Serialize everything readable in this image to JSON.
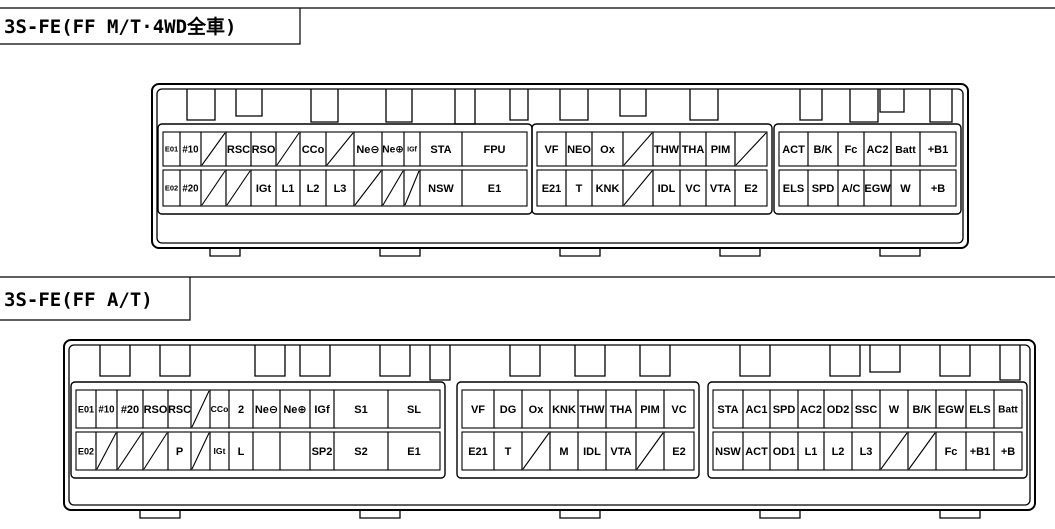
{
  "sections": [
    {
      "title": "3S-FE(FF M/T·4WD全車)",
      "connectors": [
        {
          "top": [
            "E01",
            "#10",
            "/",
            "RSC",
            "RSO",
            "/",
            "CCo",
            "/",
            "Ne⊖",
            "Ne⊕",
            "IGf",
            "STA",
            "FPU"
          ],
          "bottom": [
            "E02",
            "#20",
            "/",
            "/",
            "IGt",
            "L1",
            "L2",
            "L3",
            "/",
            "/",
            "/",
            "NSW",
            "E1"
          ]
        },
        {
          "top": [
            "VF",
            "NEO",
            "Ox",
            "/",
            "THW",
            "THA",
            "PIM",
            "/"
          ],
          "bottom": [
            "E21",
            "T",
            "KNK",
            "/",
            "IDL",
            "VC",
            "VTA",
            "E2"
          ]
        },
        {
          "top": [
            "ACT",
            "B/K",
            "Fc",
            "AC2",
            "Batt",
            "+B1"
          ],
          "bottom": [
            "ELS",
            "SPD",
            "A/C",
            "EGW",
            "W",
            "+B"
          ]
        }
      ]
    },
    {
      "title": "3S-FE(FF A/T)",
      "connectors": [
        {
          "top": [
            "E01",
            "#10",
            "#20",
            "RSO",
            "RSC",
            "/",
            "CCo",
            "2",
            "Ne⊖",
            "Ne⊕",
            "IGf",
            "S1",
            "SL"
          ],
          "bottom": [
            "E02",
            "/",
            "/",
            "/",
            "P",
            "/",
            "IGt",
            "L",
            "",
            "",
            "SP2",
            "S2",
            "E1"
          ]
        },
        {
          "top": [
            "VF",
            "DG",
            "Ox",
            "KNK",
            "THW",
            "THA",
            "PIM",
            "VC"
          ],
          "bottom": [
            "E21",
            "T",
            "/",
            "M",
            "IDL",
            "VTA",
            "/",
            "E2"
          ]
        },
        {
          "top": [
            "STA",
            "AC1",
            "SPD",
            "AC2",
            "OD2",
            "SSC",
            "W",
            "B/K",
            "EGW",
            "ELS",
            "Batt"
          ],
          "bottom": [
            "NSW",
            "ACT",
            "OD1",
            "L1",
            "L2",
            "L3",
            "/",
            "/",
            "Fc",
            "+B1",
            "+B"
          ]
        }
      ]
    }
  ]
}
